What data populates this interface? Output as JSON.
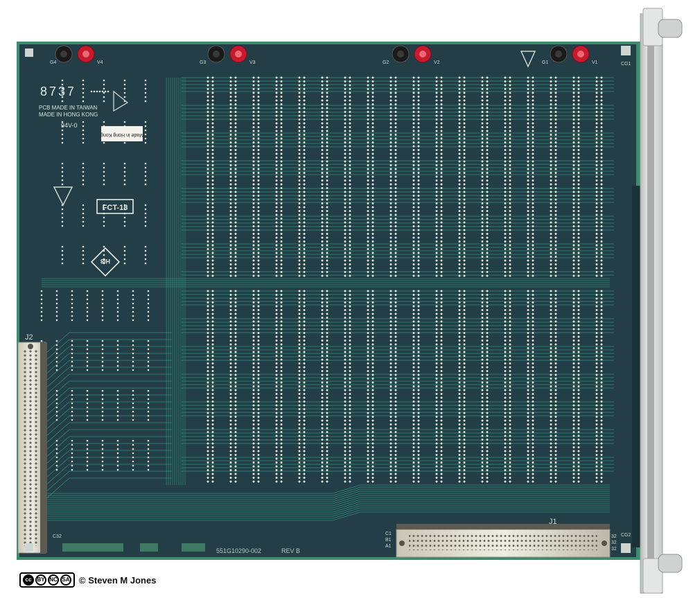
{
  "board": {
    "serial": "8737",
    "made_in_taiwan": "PCB MADE IN TAIWAN",
    "made_in_hong_kong": "MADE IN HONG KONG",
    "rating": "94V-0",
    "sticker": "Made in Hong Kong",
    "stamp_fct": "FCT-18",
    "stamp_hi": "HI8",
    "part_number": "551G10290-002",
    "revision": "REV B",
    "colors": {
      "board": "#233e46",
      "trace": "#2f8e76",
      "pad": "#dfe4dc",
      "edge": "#3d8c6c",
      "rail": "#d9dcda"
    }
  },
  "posts": [
    {
      "g_label": "G4",
      "v_label": "V4"
    },
    {
      "g_label": "G3",
      "v_label": "V3"
    },
    {
      "g_label": "G2",
      "v_label": "V2"
    },
    {
      "g_label": "G1",
      "v_label": "V1"
    }
  ],
  "labels": {
    "cg1": "CG1",
    "cg2": "CG2",
    "c32": "C32",
    "j1": "J1",
    "j2": "J2",
    "c1": "C1",
    "b1": "B1",
    "a1": "A1",
    "n32a": "32",
    "n32b": "32",
    "n32c": "32"
  },
  "credit": {
    "text": "© Steven M Jones",
    "cc_by": "BY",
    "cc_nc": "NC",
    "cc_sa": "SA"
  }
}
